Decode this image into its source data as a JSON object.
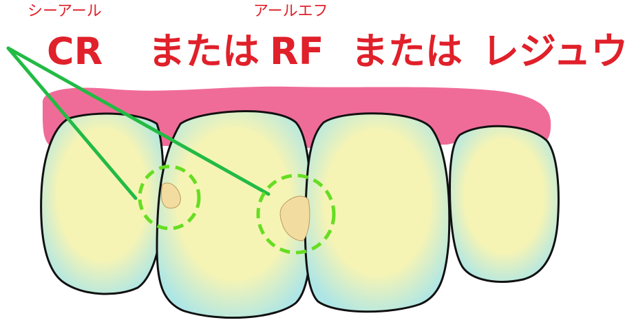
{
  "labels": {
    "cr_ruby": "シーアール",
    "cr": "CR",
    "or1": "または",
    "rf_ruby": "アールエフ",
    "rf": "RF",
    "or2": "または",
    "resin": "レジュウ"
  },
  "colors": {
    "label": "#e0202a",
    "gum": "#f06c98",
    "tooth_fill": "#f6f4b4",
    "tooth_edge": "#aee6e6",
    "outline": "#111111",
    "pointer": "#22bb44",
    "highlight_circle": "#66dd22",
    "filling": "#f3dca0"
  }
}
